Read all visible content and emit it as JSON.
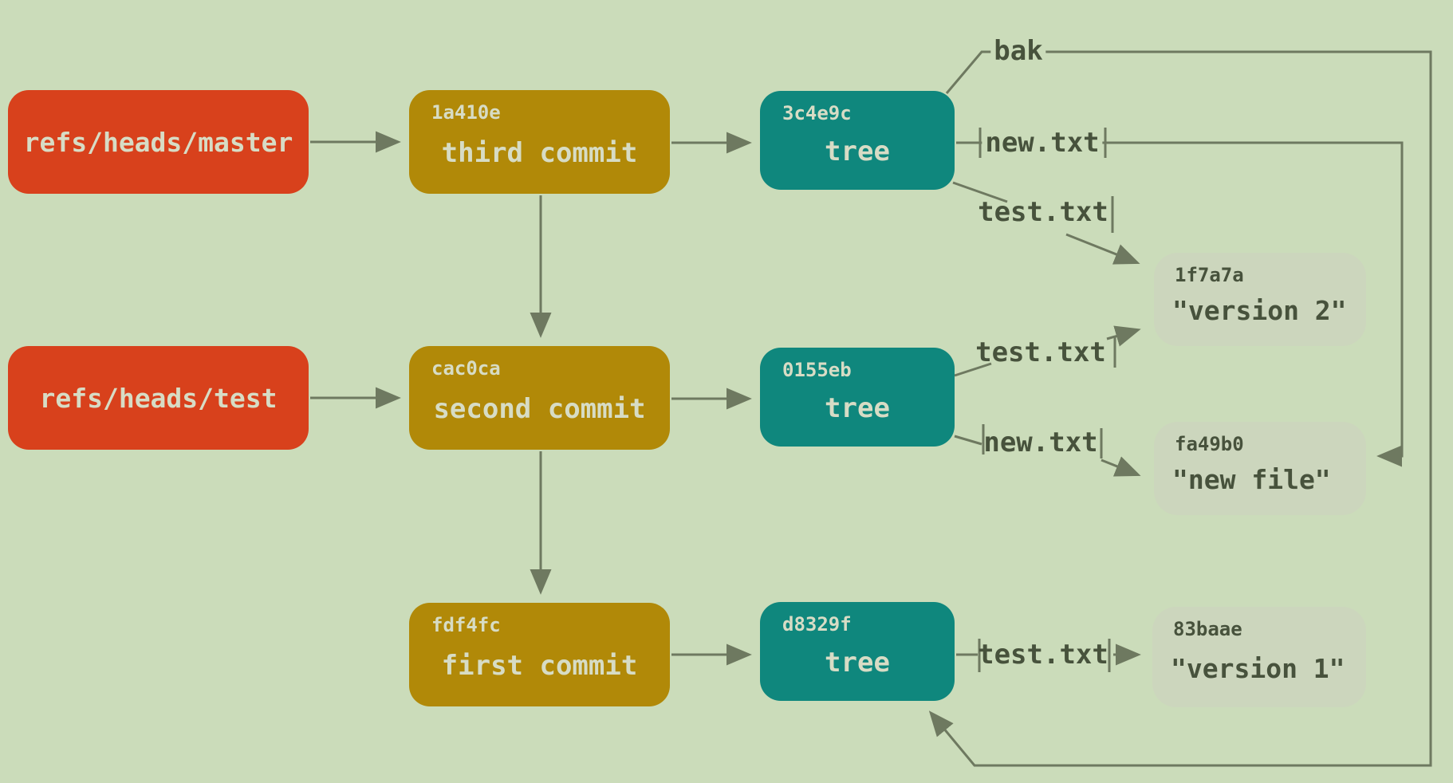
{
  "diagram": {
    "refs": [
      {
        "name": "refs/heads/master"
      },
      {
        "name": "refs/heads/test"
      }
    ],
    "commits": [
      {
        "hash": "1a410e",
        "message": "third commit"
      },
      {
        "hash": "cac0ca",
        "message": "second commit"
      },
      {
        "hash": "fdf4fc",
        "message": "first commit"
      }
    ],
    "trees": [
      {
        "hash": "3c4e9c",
        "label": "tree"
      },
      {
        "hash": "0155eb",
        "label": "tree"
      },
      {
        "hash": "d8329f",
        "label": "tree"
      }
    ],
    "blobs": [
      {
        "hash": "1f7a7a",
        "content": "\"version 2\""
      },
      {
        "hash": "fa49b0",
        "content": "\"new file\""
      },
      {
        "hash": "83baae",
        "content": "\"version 1\""
      }
    ],
    "edge_labels": {
      "bak": "bak",
      "tree1_new": "new.txt",
      "tree1_test": "test.txt",
      "tree2_test": "test.txt",
      "tree2_new": "new.txt",
      "tree3_test": "test.txt"
    },
    "colors": {
      "background": "#cbdcba",
      "ref": "#d8411c",
      "commit": "#b18908",
      "tree": "#0f877d",
      "blob": "#ccd6bd",
      "line": "#6e7960",
      "light_text": "#d7dcc5",
      "dark_text": "#47523c"
    }
  }
}
